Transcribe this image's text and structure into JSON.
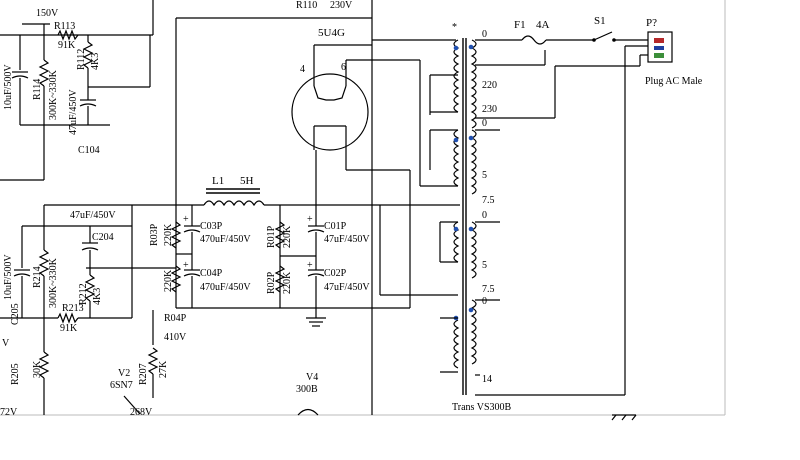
{
  "labels": {
    "r110": "R110",
    "v230": "230V",
    "v150": "150V",
    "r113": "R113",
    "r113_val": "91K",
    "r112": "R112",
    "r112_val": "4K3",
    "r114": "R114",
    "r114_val": "300K~330K",
    "c_10u_top": "10uF/500V",
    "c_47u_top": "47uF/450V",
    "c104": "C104",
    "tube_5u4g": "5U4G",
    "pin4": "4",
    "pin6": "6",
    "l1": "L1",
    "l1_val": "5H",
    "c_47u_mid": "47uF/450V",
    "c204": "C204",
    "r214": "R214",
    "r214_val": "300K~330K",
    "r212": "R212",
    "r212_val": "4K3",
    "r213": "R213",
    "r213_val": "91K",
    "c205": "C205",
    "c_10u_bot": "10uF/500V",
    "r03p": "R03P",
    "r03p_val": "220K",
    "c03p": "C03P",
    "c03p_val": "470uF/450V",
    "r04p_val": "220K",
    "c04p": "C04P",
    "c04p_val": "470uF/450V",
    "r04p": "R04P",
    "r01p": "R01P",
    "r01p_val": "220K",
    "c01p": "C01P",
    "c01p_val": "47uF/450V",
    "r02p": "R02P",
    "r02p_val": "220K",
    "c02p": "C02P",
    "c02p_val": "47uF/450V",
    "v410": "410V",
    "v2": "V2",
    "v2_type": "6SN7",
    "r207": "R207",
    "r207_val": "27K",
    "v268": "268V",
    "r205": "R205",
    "r205_val": "30K",
    "v4": "V4",
    "v4_type": "300B",
    "v_partial_left": "V",
    "v_72": "72V",
    "tap0_a": "0",
    "tap220": "220",
    "tap230": "230",
    "tap0_b": "0",
    "tap5_a": "5",
    "tap75_a": "7.5",
    "tap0_c": "0",
    "tap5_b": "5",
    "tap75_b": "7.5",
    "tap0_d": "0",
    "tap14": "14",
    "trans": "Trans VS300B",
    "f1": "F1",
    "f1_val": "4A",
    "s1": "S1",
    "p_ref": "P?",
    "plug": "Plug AC Male",
    "star": "*"
  }
}
